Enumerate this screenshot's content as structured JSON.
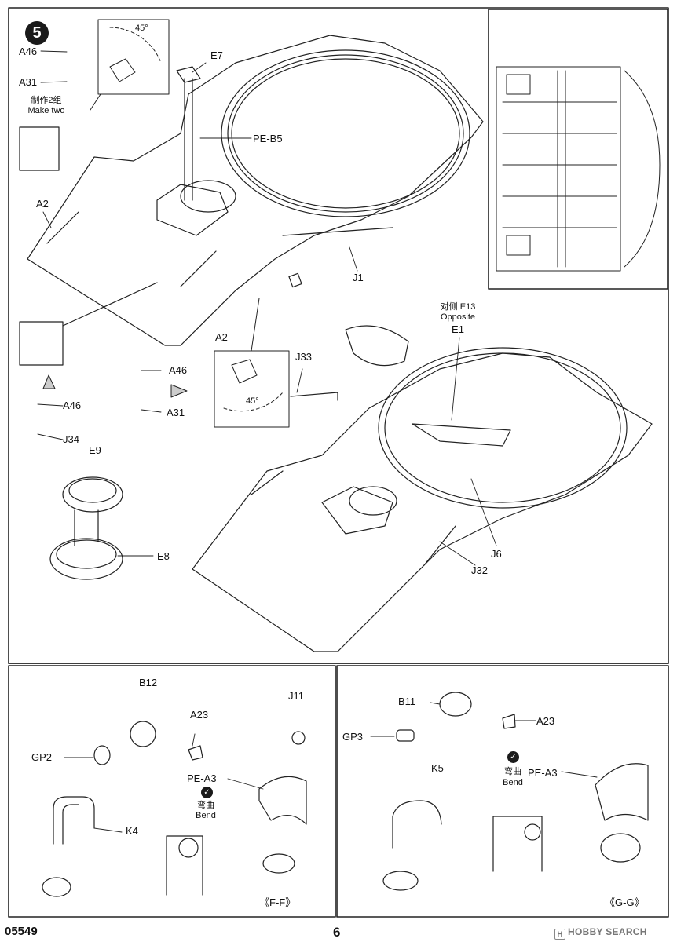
{
  "page": {
    "step_number": "5",
    "product_code": "05549",
    "page_number": "6"
  },
  "labels": {
    "a46_top": "A46",
    "a31_top": "A31",
    "make_two_cn": "制作2组",
    "make_two_en": "Make two",
    "angle_top": "45°",
    "e7": "E7",
    "pe_b5": "PE-B5",
    "a2_left": "A2",
    "a2_mid": "A2",
    "j1": "J1",
    "a46_mid": "A46",
    "a31_mid": "A31",
    "a46_low": "A46",
    "j34": "J34",
    "angle_mid": "45°",
    "j33": "J33",
    "opposite_cn": "对侧 E13",
    "opposite_en": "Opposite",
    "e1": "E1",
    "e9": "E9",
    "e8": "E8",
    "j6": "J6",
    "j32": "J32",
    "b12": "B12",
    "a23_left": "A23",
    "gp2": "GP2",
    "j11": "J11",
    "pe_a3_left": "PE-A3",
    "bend_cn_left": "弯曲",
    "bend_en_left": "Bend",
    "k4": "K4",
    "view_ff": "《F-F》",
    "b11": "B11",
    "a23_right": "A23",
    "gp3": "GP3",
    "k5": "K5",
    "bend_cn_right": "弯曲",
    "bend_en_right": "Bend",
    "pe_a3_right": "PE-A3",
    "view_gg": "《G-G》"
  },
  "watermark": "HOBBY SEARCH"
}
